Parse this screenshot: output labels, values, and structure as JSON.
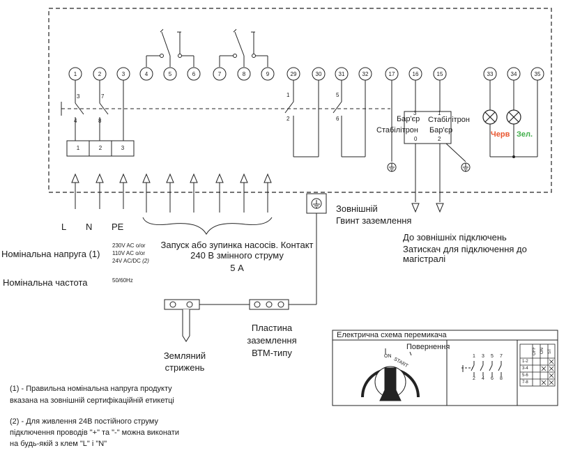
{
  "terminals_top": [
    "1",
    "2",
    "3",
    "4",
    "5",
    "6",
    "7",
    "8",
    "9",
    "29",
    "30",
    "31",
    "32",
    "17",
    "16",
    "15",
    "33",
    "34",
    "35"
  ],
  "terminal_block": [
    "1",
    "2",
    "3"
  ],
  "contact_numbers": {
    "c1_in": "3",
    "c1_out": "4",
    "c2_in": "7",
    "c2_out": "8",
    "c3_in": "1",
    "c3_out": "2",
    "c4_in": "5",
    "c4_out": "6"
  },
  "barrier": {
    "top_left": "Бар'єр",
    "top_right": "Стабілітрон",
    "bottom_left": "Стабілітрон",
    "bottom_right": "Бар'єр",
    "pin3": "3",
    "pin1": "1",
    "pin0": "0",
    "pin2": "2"
  },
  "lamps": {
    "red": "Черв",
    "green": "Зел.",
    "red_color": "#e8552e",
    "green_color": "#3fae49"
  },
  "inputs": {
    "L": "L",
    "N": "N",
    "PE": "PE"
  },
  "labels": {
    "ext_screw_1": "Зовнішній",
    "ext_screw_2": "Гвинт заземлення",
    "to_external": "До зовнішніх підключень",
    "clamp_1": "Затискач  для  підключення  до",
    "clamp_2": "магістралі",
    "pumps_1": "Запуск або зупинка насосів. Контакт",
    "pumps_2": "240 В змінного струму",
    "pumps_3": "5 А",
    "rated_voltage": "Номінальна напруга (1)",
    "rated_freq": "Номінальна частота",
    "volt_1": "230V AC o/or",
    "volt_2": "110V AC o/or",
    "volt_3": "24V AC/DC",
    "volt_3_note": "(2)",
    "freq": "50/60Hz",
    "rod_1": "Земляний",
    "rod_2": "стрижень",
    "plate_1": "Пластина",
    "plate_2": "заземлення",
    "plate_3": "ВТМ-типу",
    "note1_mark": "(1) -",
    "note1_a": "Правильна номінальна напруга продукту",
    "note1_b": "вказана на зовнішній сертифікаційній етикетці",
    "note2_mark": "(2) -",
    "note2_a": "Для живлення 24В постійного струму",
    "note2_b": "підключення проводів \"+\" та \"-\" можна виконати",
    "note2_c": "на будь-якій з клем \"L\" і \"N\""
  },
  "switch_panel": {
    "title": "Електрична схема перемикача",
    "return": "Повернення",
    "on": "ON",
    "start": "START",
    "contacts_top": [
      "1",
      "3",
      "5",
      "7"
    ],
    "contacts_bottom": [
      "2",
      "4",
      "6",
      "8"
    ],
    "table_headers": [
      "OFF",
      "ON",
      "ST"
    ],
    "table_rows": [
      "1-2",
      "3-4",
      "5-6",
      "7-8"
    ]
  }
}
